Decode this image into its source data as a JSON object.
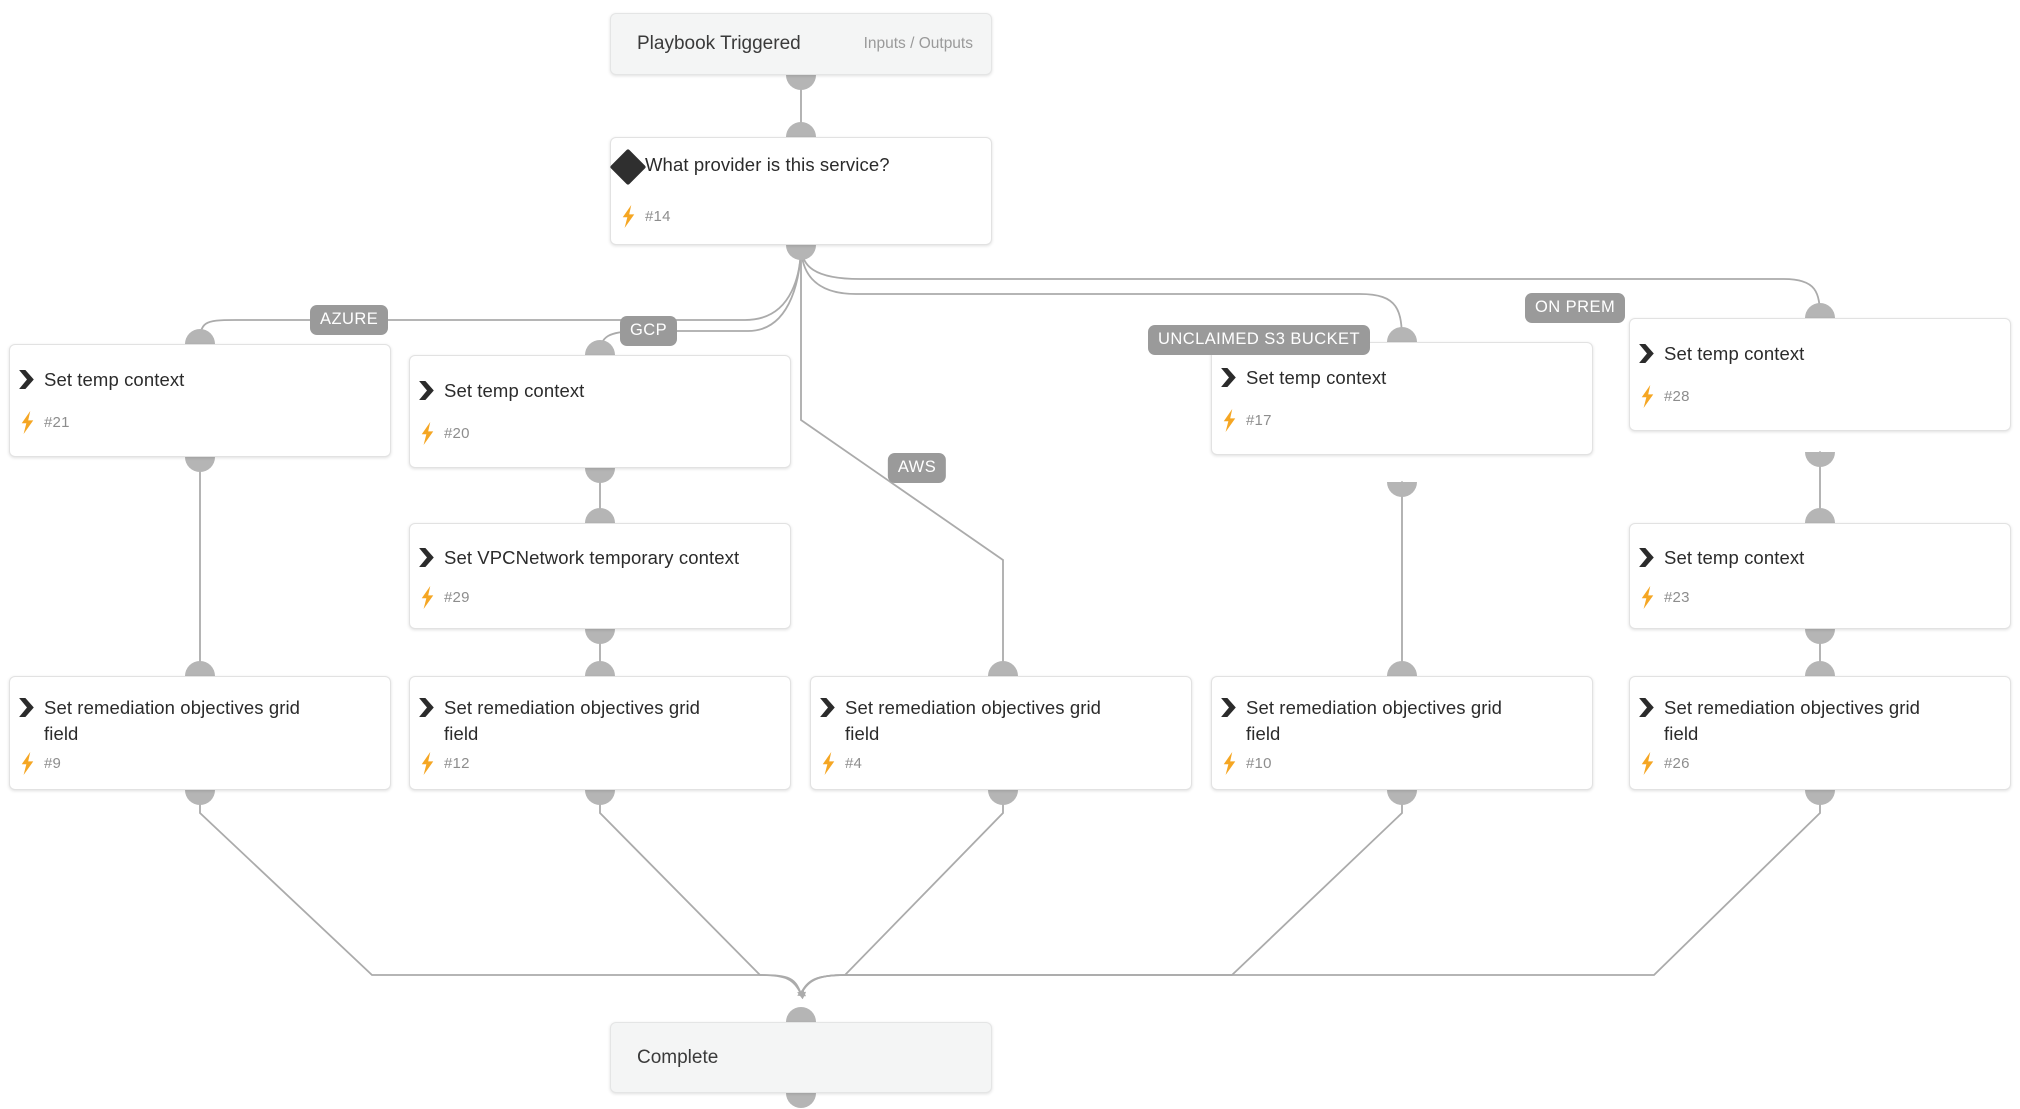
{
  "diagram": {
    "type": "playbook-workflow",
    "theme": {
      "accent_bolt": "#F5A623",
      "edge": "#ababab",
      "branch_badge": "#9a9a9a",
      "card_bg": "#ffffff",
      "terminal_bg": "#f4f5f5",
      "title_text": "#2b2b2b",
      "id_text": "#8d8d8d"
    },
    "start": {
      "label": "Playbook Triggered",
      "sub_label": "Inputs / Outputs",
      "icon": "none"
    },
    "decision": {
      "title": "What provider is this service?",
      "id": "#14",
      "icon": "diamond-icon",
      "meta_icon": "lightning-bolt-icon"
    },
    "branch_labels": [
      {
        "name": "azure",
        "text": "AZURE"
      },
      {
        "name": "gcp",
        "text": "GCP"
      },
      {
        "name": "aws",
        "text": "AWS"
      },
      {
        "name": "unclaimed-s3-bucket",
        "text": "UNCLAIMED S3 BUCKET"
      },
      {
        "name": "on-prem",
        "text": "ON PREM"
      }
    ],
    "nodes": [
      {
        "key": "n21",
        "title": "Set temp context",
        "id": "#21",
        "icon": "chevron-right-icon",
        "meta_icon": "lightning-bolt-icon"
      },
      {
        "key": "n20",
        "title": "Set temp context",
        "id": "#20",
        "icon": "chevron-right-icon",
        "meta_icon": "lightning-bolt-icon"
      },
      {
        "key": "n29",
        "title": "Set VPCNetwork temporary context",
        "id": "#29",
        "icon": "chevron-right-icon",
        "meta_icon": "lightning-bolt-icon"
      },
      {
        "key": "n17",
        "title": "Set temp context",
        "id": "#17",
        "icon": "chevron-right-icon",
        "meta_icon": "lightning-bolt-icon"
      },
      {
        "key": "n28",
        "title": "Set temp context",
        "id": "#28",
        "icon": "chevron-right-icon",
        "meta_icon": "lightning-bolt-icon"
      },
      {
        "key": "n23",
        "title": "Set temp context",
        "id": "#23",
        "icon": "chevron-right-icon",
        "meta_icon": "lightning-bolt-icon"
      },
      {
        "key": "n9",
        "title": "Set remediation objectives grid\nfield",
        "id": "#9",
        "icon": "chevron-right-icon",
        "meta_icon": "lightning-bolt-icon"
      },
      {
        "key": "n12",
        "title": "Set remediation objectives grid\nfield",
        "id": "#12",
        "icon": "chevron-right-icon",
        "meta_icon": "lightning-bolt-icon"
      },
      {
        "key": "n4",
        "title": "Set remediation objectives grid\nfield",
        "id": "#4",
        "icon": "chevron-right-icon",
        "meta_icon": "lightning-bolt-icon"
      },
      {
        "key": "n10",
        "title": "Set remediation objectives grid\nfield",
        "id": "#10",
        "icon": "chevron-right-icon",
        "meta_icon": "lightning-bolt-icon"
      },
      {
        "key": "n26",
        "title": "Set remediation objectives grid\nfield",
        "id": "#26",
        "icon": "chevron-right-icon",
        "meta_icon": "lightning-bolt-icon"
      }
    ],
    "end": {
      "label": "Complete"
    }
  }
}
